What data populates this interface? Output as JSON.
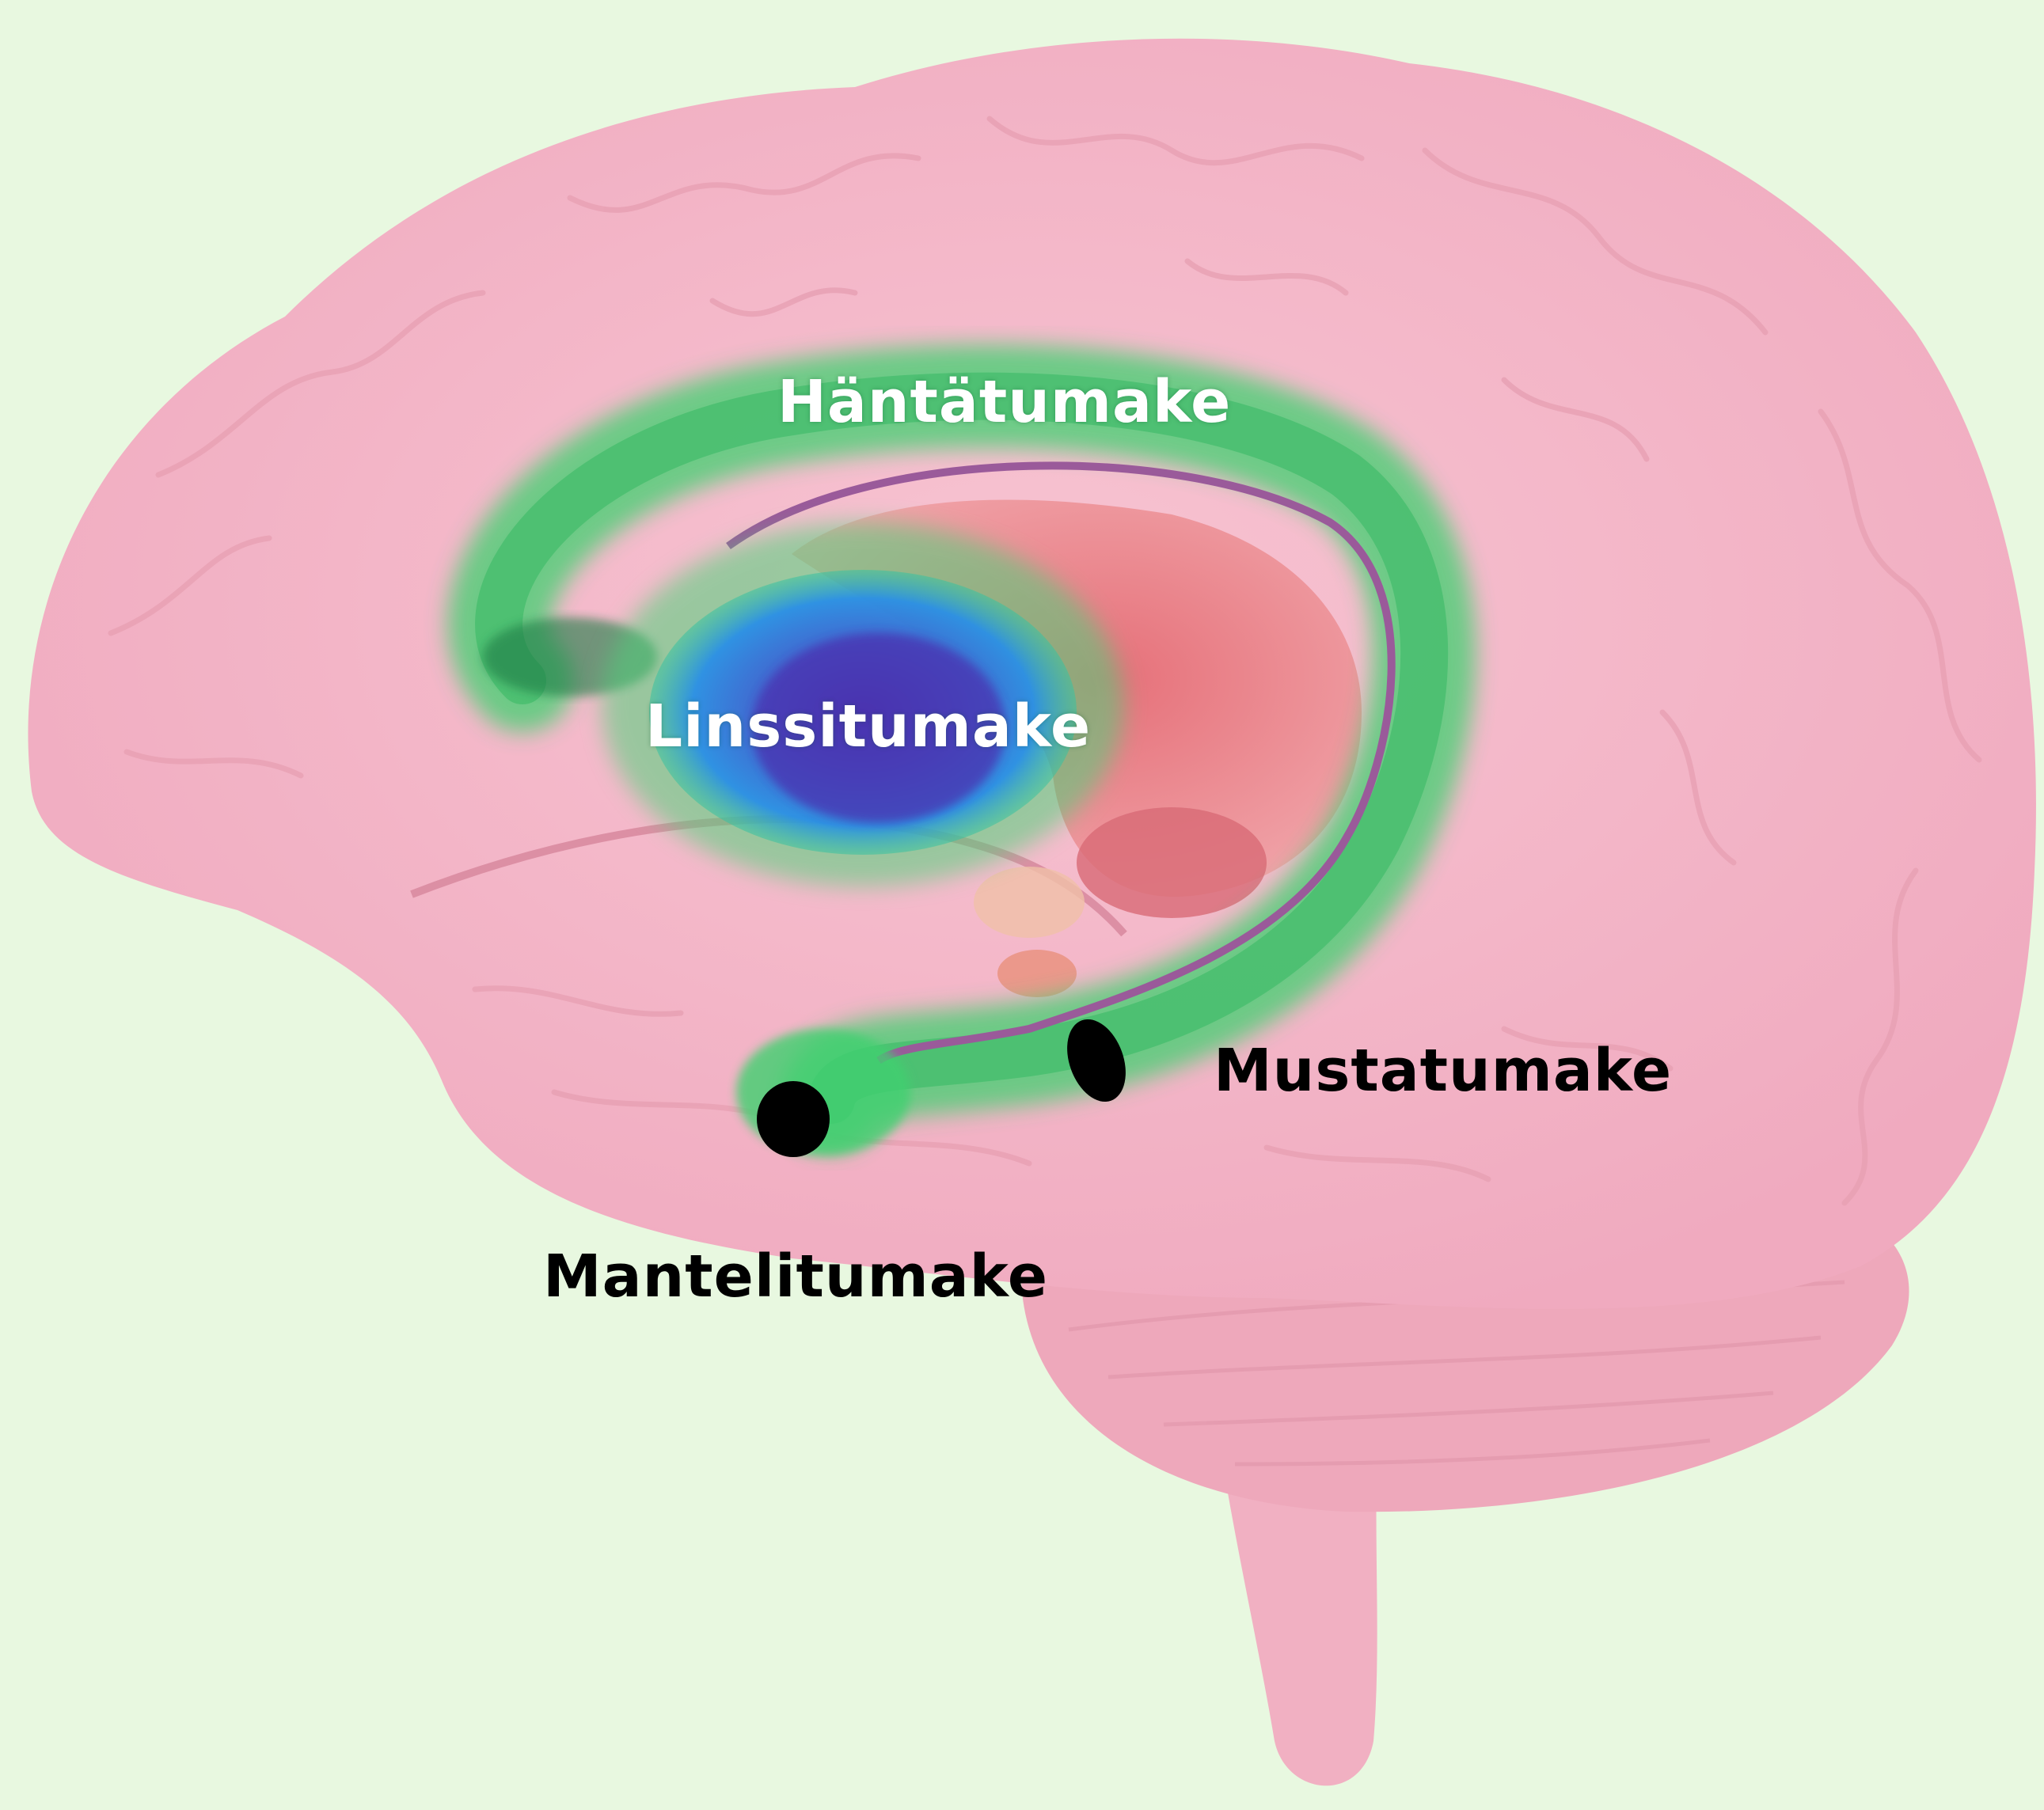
{
  "colors": {
    "background": "#e8f8e0",
    "brain": "#f4b6c6",
    "brain_fold": "#e89fb1",
    "caudate": "#3fcf6e",
    "lentiform": "#2f7be0",
    "lentiform_core": "#4b3ab8",
    "thalamus": "#e88a8e",
    "marker": "#000000",
    "label_light": "#ffffff",
    "label_dark": "#000000"
  },
  "labels": {
    "caudate": "Häntätumake",
    "lentiform": "Linssitumake",
    "substantia_nigra": "Mustatumake",
    "amygdala": "Mantelitumake"
  }
}
